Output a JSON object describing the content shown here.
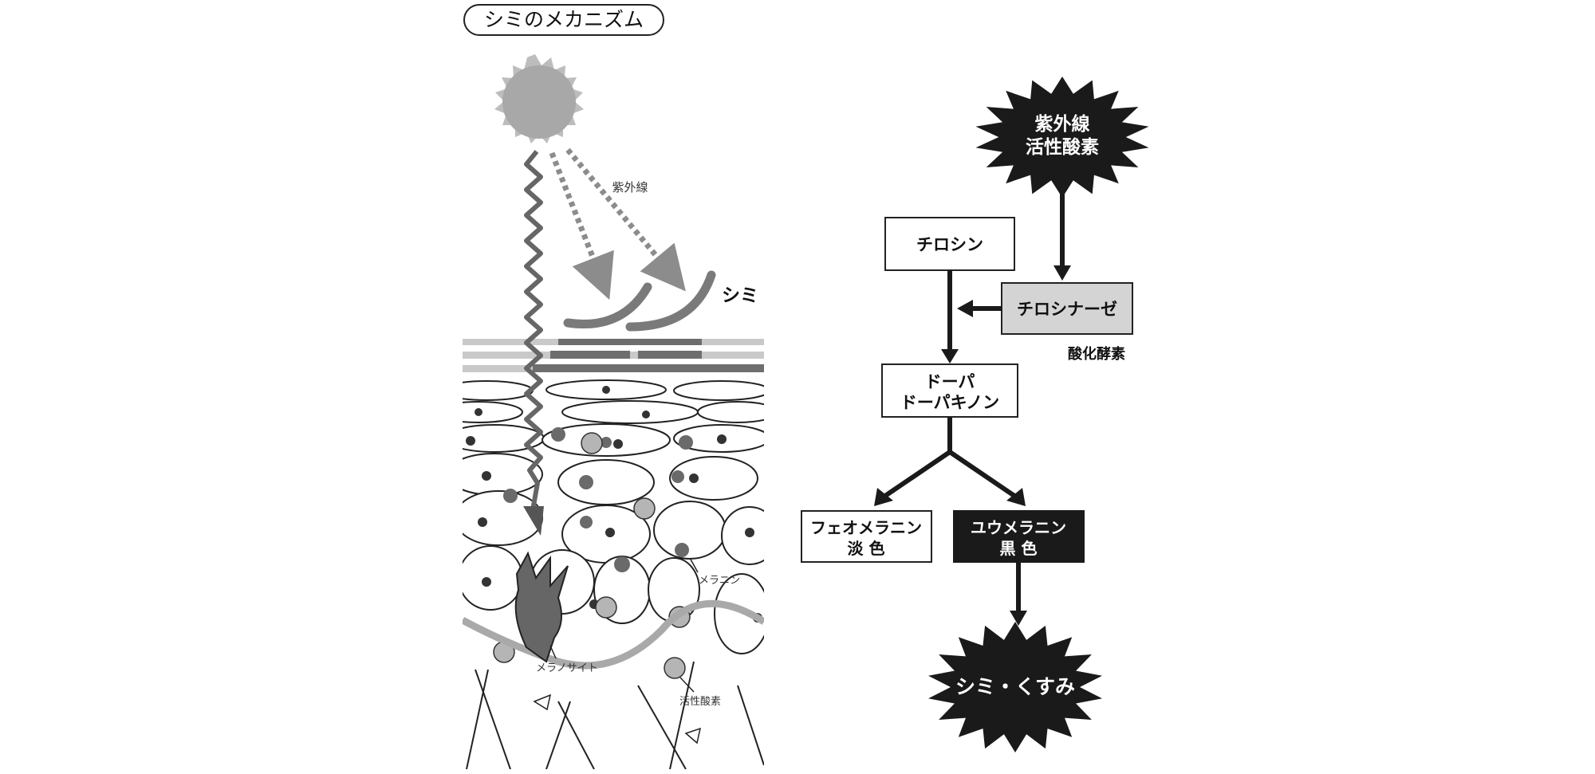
{
  "title": "シミのメカニズム",
  "illustration": {
    "uv_label": "紫外線",
    "spot_label": "シミ",
    "melanin_label": "メラニン",
    "melanocyte_label": "メラノサイト",
    "ros_label": "活性酸素"
  },
  "flow": {
    "trigger": [
      "紫外線",
      "活性酸素"
    ],
    "tyrosine": "チロシン",
    "tyrosinase": "チロシナーゼ",
    "oxidase_label": "酸化酵素",
    "dopa": [
      "ドーパ",
      "ドーパキノン"
    ],
    "pheomelanin": [
      "フェオメラニン",
      "淡 色"
    ],
    "eumelanin": [
      "ユウメラニン",
      "黒 色"
    ],
    "result": "シミ・くすみ"
  },
  "colors": {
    "black": "#1a1a1a",
    "sun_gray": "#a8a8a8",
    "mid_gray": "#7a7a7a",
    "light_gray": "#c9c9c9",
    "enzyme_fill": "#d4d4d4",
    "melanocyte": "#666666"
  }
}
